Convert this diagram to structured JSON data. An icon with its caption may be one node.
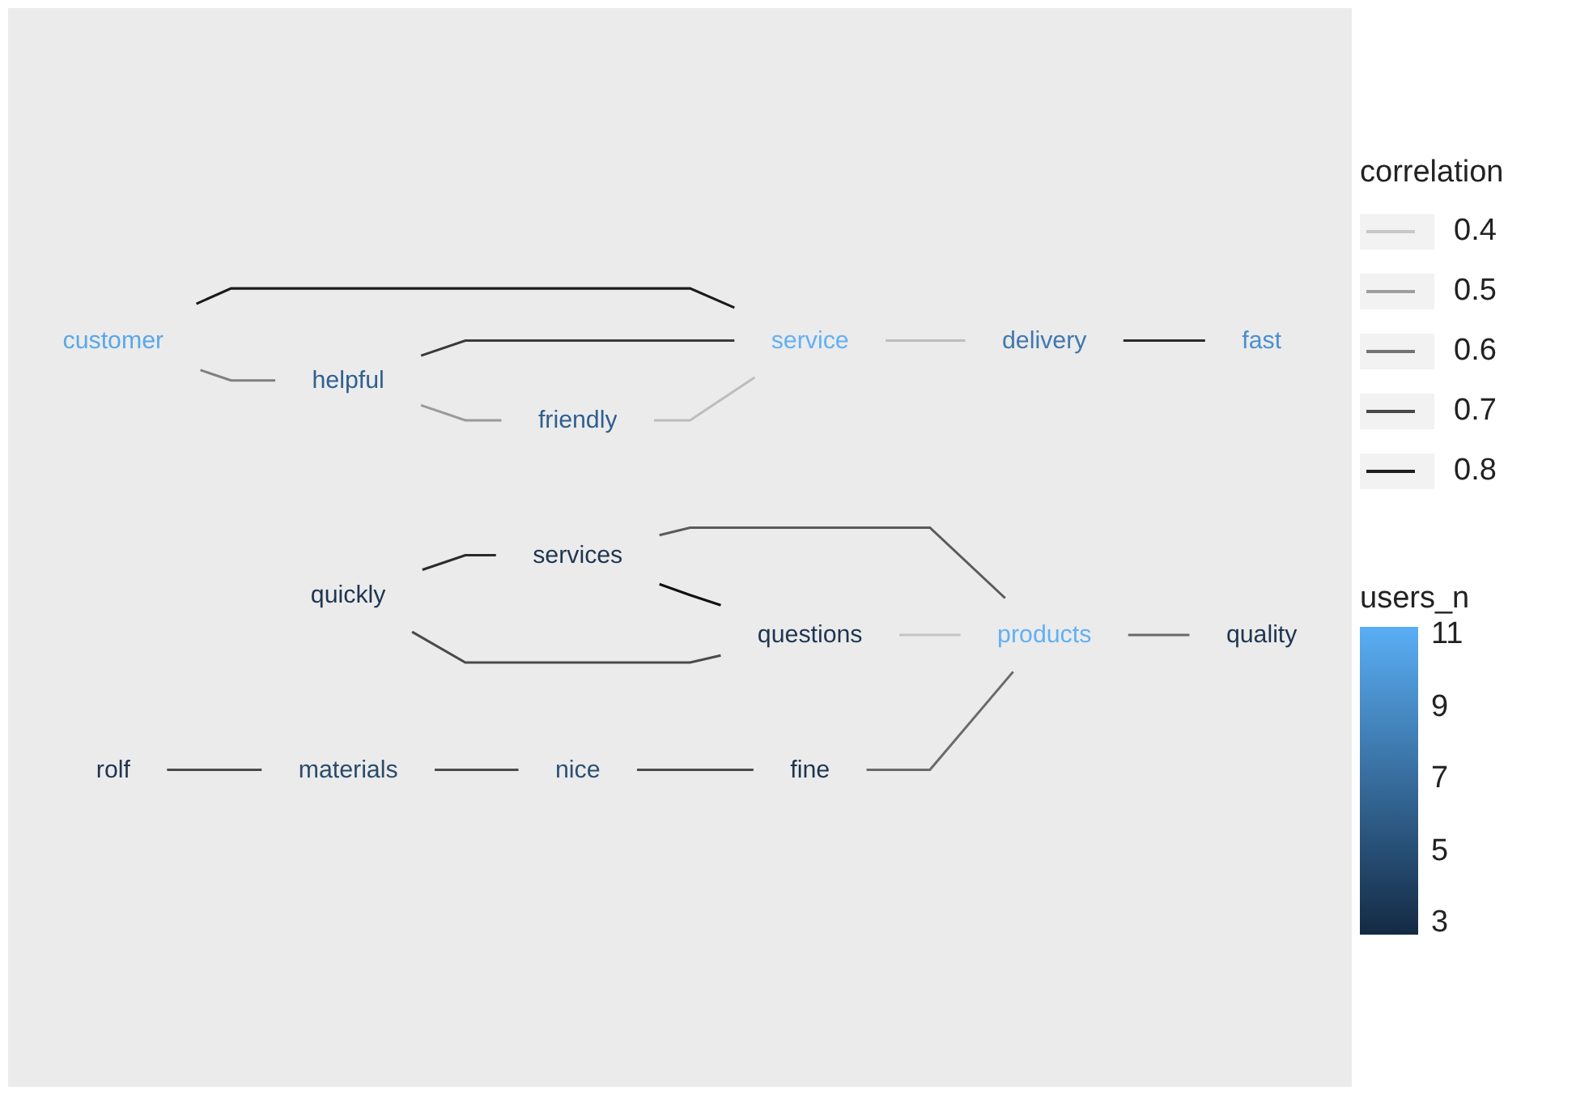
{
  "diagram": {
    "nodes": [
      {
        "text": [
          "customer"
        ]
      },
      {
        "text": [
          "service"
        ]
      },
      {
        "text": [
          "delivery"
        ]
      },
      {
        "text": [
          "fast"
        ]
      },
      {
        "text": [
          "helpful"
        ]
      },
      {
        "text": [
          "friendly"
        ]
      },
      {
        "text": [
          "rolf"
        ]
      },
      {
        "text": [
          "materials"
        ]
      },
      {
        "text": [
          "nice"
        ]
      },
      {
        "text": [
          "fine"
        ]
      },
      {
        "text": [
          "services"
        ]
      },
      {
        "text": [
          "quickly"
        ]
      },
      {
        "text": [
          "products"
        ]
      },
      {
        "text": [
          "questions"
        ]
      },
      {
        "text": [
          "quality"
        ]
      }
    ],
    "edges": [
      {
        "from": 0,
        "to": 1,
        "arrow": "none",
        "color": "#1a1a1a"
      },
      {
        "from": 0,
        "to": 4,
        "arrow": "none",
        "color": "#808080"
      },
      {
        "from": 4,
        "to": 1,
        "arrow": "none",
        "color": "#3a3a3a"
      },
      {
        "from": 4,
        "to": 5,
        "arrow": "none",
        "color": "#9a9a9a"
      },
      {
        "from": 5,
        "to": 1,
        "arrow": "none",
        "color": "#bdbdbd"
      },
      {
        "from": 1,
        "to": 2,
        "arrow": "none",
        "color": "#bdbdbd"
      },
      {
        "from": 2,
        "to": 3,
        "arrow": "none",
        "color": "#2a2a2a"
      },
      {
        "from": 6,
        "to": 7,
        "arrow": "none",
        "color": "#4a4a4a"
      },
      {
        "from": 7,
        "to": 8,
        "arrow": "none",
        "color": "#4a4a4a"
      },
      {
        "from": 8,
        "to": 9,
        "arrow": "none",
        "color": "#4a4a4a"
      },
      {
        "from": 9,
        "to": 12,
        "arrow": "none",
        "color": "#6a6a6a"
      },
      {
        "from": 10,
        "to": 12,
        "arrow": "none",
        "color": "#5a5a5a"
      },
      {
        "from": 11,
        "to": 10,
        "arrow": "none",
        "color": "#2a2a2a"
      },
      {
        "from": 11,
        "to": 13,
        "arrow": "none",
        "color": "#4a4a4a"
      },
      {
        "from": 10,
        "to": 13,
        "arrow": "none",
        "color": "#111111"
      },
      {
        "from": 13,
        "to": 12,
        "arrow": "none",
        "color": "#c4c4c4"
      },
      {
        "from": 12,
        "to": 14,
        "arrow": "none",
        "color": "#6a6a6a"
      }
    ],
    "labels": [
      "correlation",
      "users_n",
      "11",
      "9",
      "7",
      "5",
      "3"
    ],
    "legend": [
      {
        "text": "0.4"
      },
      {
        "text": "0.5"
      },
      {
        "text": "0.6"
      },
      {
        "text": "0.7"
      },
      {
        "text": "0.8"
      }
    ]
  }
}
